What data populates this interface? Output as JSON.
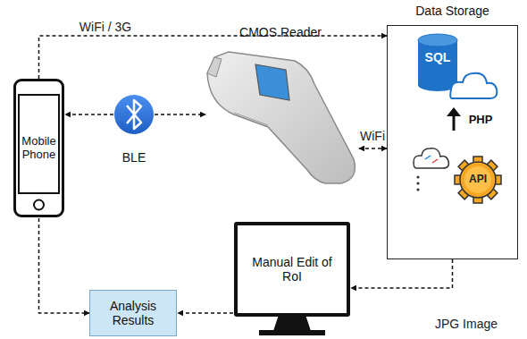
{
  "diagram": {
    "nodes": [
      {
        "text": [
          "Mobile Phone"
        ]
      },
      {
        "text": [
          "BLE"
        ]
      },
      {
        "text": [
          "CMOS Reader"
        ]
      },
      {
        "text": [
          "Data Storage"
        ]
      },
      {
        "text": [
          "Manual Edit of RoI"
        ]
      },
      {
        "text": [
          "Analysis Results"
        ]
      }
    ],
    "edges": [
      {
        "from": 0,
        "to": 3,
        "label": "WiFi / 3G",
        "arrow": "to"
      },
      {
        "from": 1,
        "to": 0,
        "arrow": "to"
      },
      {
        "from": 1,
        "to": 2,
        "arrow": "to"
      },
      {
        "from": 2,
        "to": 3,
        "label": "WiFi",
        "arrow": "both"
      },
      {
        "from": 3,
        "to": 4,
        "label": "JPG Image",
        "arrow": "to"
      },
      {
        "from": 4,
        "to": 5,
        "arrow": "to"
      },
      {
        "from": 0,
        "to": 5,
        "arrow": "to"
      }
    ],
    "labels": [
      "SQL",
      "PHP",
      "API"
    ]
  }
}
